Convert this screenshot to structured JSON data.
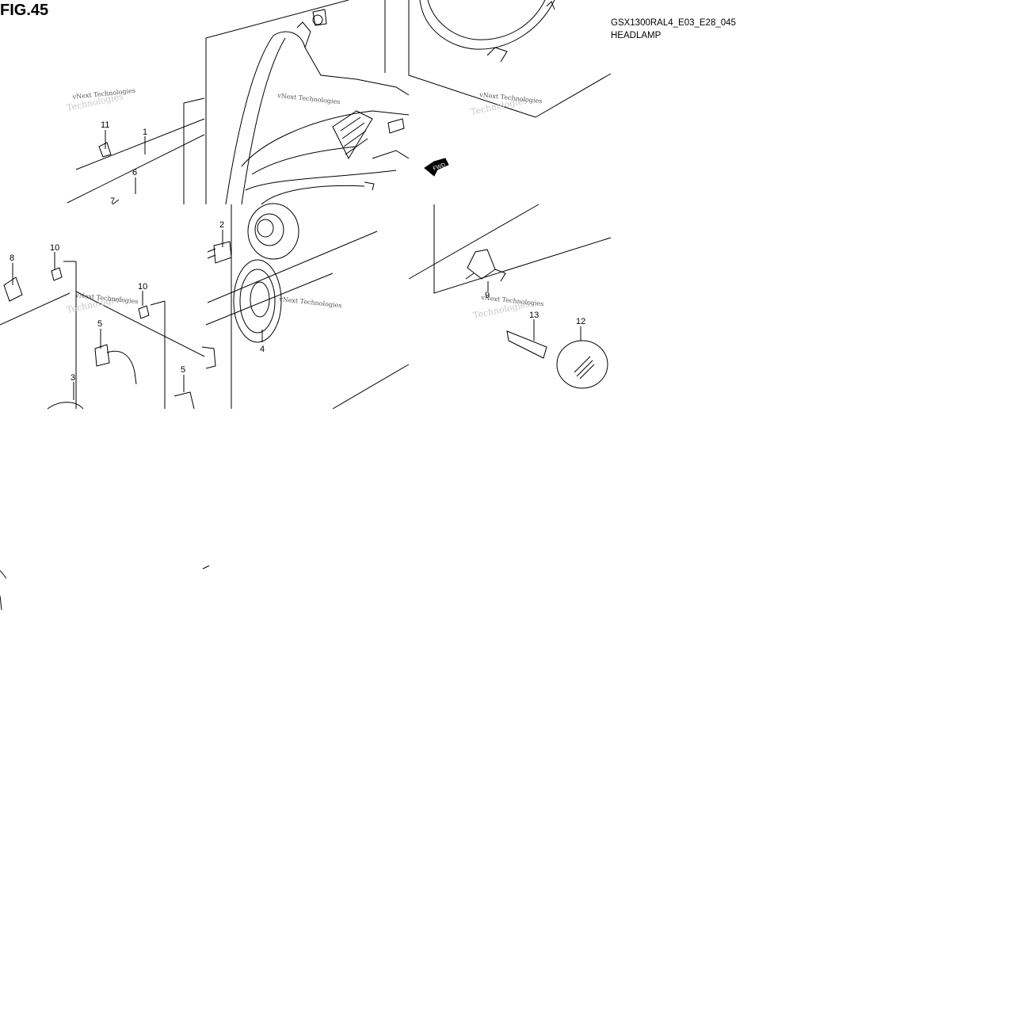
{
  "figure": {
    "label": "FIG.45",
    "code": "GSX1300RAL4_E03_E28_045",
    "name": "HEADLAMP"
  },
  "watermark": {
    "text": "vNext Technologies",
    "shadow": "Technologies"
  },
  "direction_marker": "FWD",
  "part_callouts": [
    "1",
    "2",
    "3",
    "4",
    "5",
    "5",
    "6",
    "7",
    "8",
    "9",
    "10",
    "10",
    "11",
    "12",
    "13"
  ],
  "colors": {
    "line": "#000000",
    "paper": "#ffffff",
    "watermark": "#c8c8c8"
  }
}
